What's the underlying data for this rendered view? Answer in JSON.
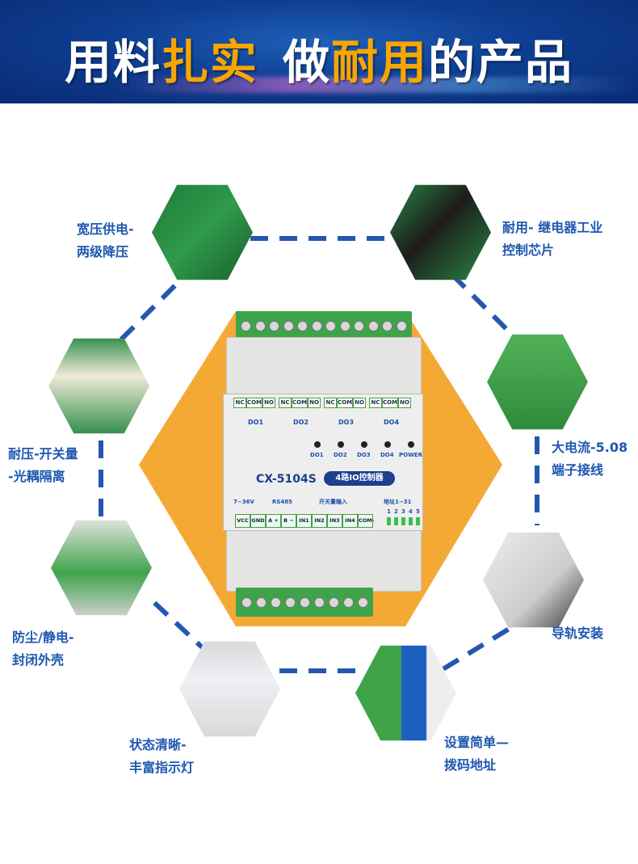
{
  "banner": {
    "title_parts": [
      "用料",
      "扎实",
      "做",
      "耐用",
      "的产品"
    ]
  },
  "features": [
    {
      "line1": "宽压供电-",
      "line2": "两级降压",
      "icon": "power-board"
    },
    {
      "line1": "耐用- 继电器工业",
      "line2": "控制芯片",
      "icon": "relay-chip"
    },
    {
      "line1": "耐压-开关量",
      "line2": "-光耦隔离",
      "icon": "optocoupler"
    },
    {
      "line1": "大电流-5.08",
      "line2": "端子接线",
      "icon": "terminal-block"
    },
    {
      "line1": "防尘/静电-",
      "line2": "封闭外壳",
      "icon": "enclosure"
    },
    {
      "line1": "导轨安装",
      "line2": "",
      "icon": "din-rail"
    },
    {
      "line1": "状态清晰-",
      "line2": "丰富指示灯",
      "icon": "indicator-lights"
    },
    {
      "line1": "设置简单—",
      "line2": "拨码地址",
      "icon": "dip-switch"
    }
  ],
  "device": {
    "relay_contacts": [
      "NC",
      "COM",
      "NO"
    ],
    "relay_outputs": [
      "DO1",
      "DO2",
      "DO3",
      "DO4"
    ],
    "leds": [
      "DO1",
      "DO2",
      "DO3",
      "DO4",
      "POWER"
    ],
    "model": "CX-5104S",
    "product_name": "4路IO控制器",
    "groups": {
      "power": "7~36V",
      "rs485": "RS485",
      "inputs": "开关量输入",
      "address": "地址1~31"
    },
    "bottom_terminals": [
      "VCC",
      "GND",
      "A +",
      "B −",
      "IN1",
      "IN2",
      "IN3",
      "IN4",
      "COM-"
    ],
    "dip_numbers": [
      "1",
      "2",
      "3",
      "4",
      "5"
    ]
  },
  "colors": {
    "accent_orange": "#f7a600",
    "brand_blue": "#1d57b0",
    "hexagon": "#f5a935"
  }
}
